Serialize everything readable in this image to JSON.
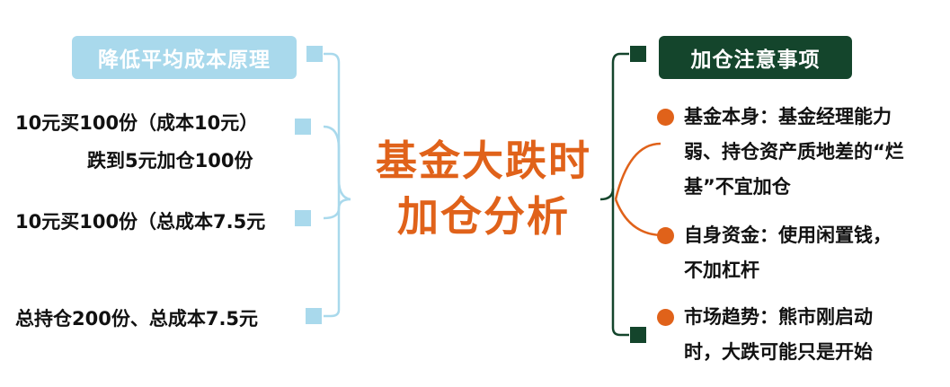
{
  "center": {
    "line1": "基金大跌时",
    "line2": "加仓分析"
  },
  "left": {
    "title": "降低平均成本原理",
    "items": [
      {
        "line1": "10元买100份（成本10元）",
        "line2": "跌到5元加仓100份"
      },
      {
        "line1": "10元买100份（总成本7.5元"
      },
      {
        "line1": "总持仓200份、总成本7.5元"
      }
    ]
  },
  "right": {
    "title": "加仓注意事项",
    "items": [
      {
        "lines": [
          "基金本身：基金经理能力",
          "弱、持仓资产质地差的“烂",
          "基”不宜加仓"
        ]
      },
      {
        "lines": [
          "自身资金：使用闲置钱，",
          "不加杠杆"
        ]
      },
      {
        "lines": [
          "市场趋势：熊市刚启动",
          "时，大跌可能只是开始"
        ]
      }
    ]
  },
  "colors": {
    "accent": "#e0621a",
    "left_branch": "#a9d9ec",
    "right_branch": "#14452c",
    "text": "#111111"
  }
}
